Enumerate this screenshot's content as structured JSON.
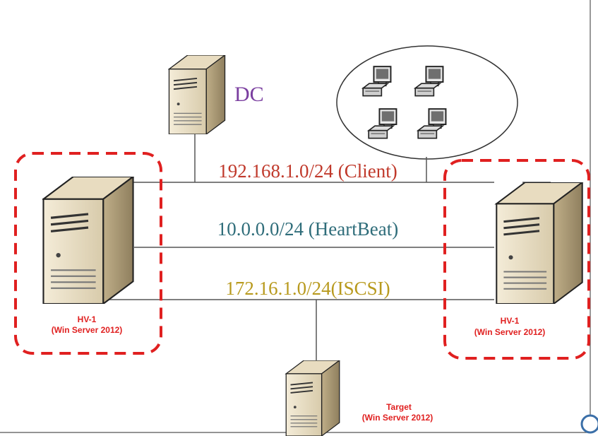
{
  "networks": {
    "client": {
      "label": "192.168.1.0/24 (Client)",
      "color": "#c0392b"
    },
    "heartbeat": {
      "label": "10.0.0.0/24 (HeartBeat)",
      "color": "#2f6d7a"
    },
    "iscsi": {
      "label": "172.16.1.0/24(ISCSI)",
      "color": "#b89a1e"
    }
  },
  "nodes": {
    "dc": {
      "label": "DC",
      "color": "#7b3fa0"
    },
    "hv_left": {
      "name": "HV-1",
      "os": "(Win Server 2012)"
    },
    "hv_right": {
      "name": "HV-1",
      "os": "(Win Server 2012)"
    },
    "target": {
      "name": "Target",
      "os": "(Win Server 2012)"
    }
  },
  "colors": {
    "cluster_box": "#e02020",
    "node_label": "#e02020",
    "line": "#555555"
  }
}
